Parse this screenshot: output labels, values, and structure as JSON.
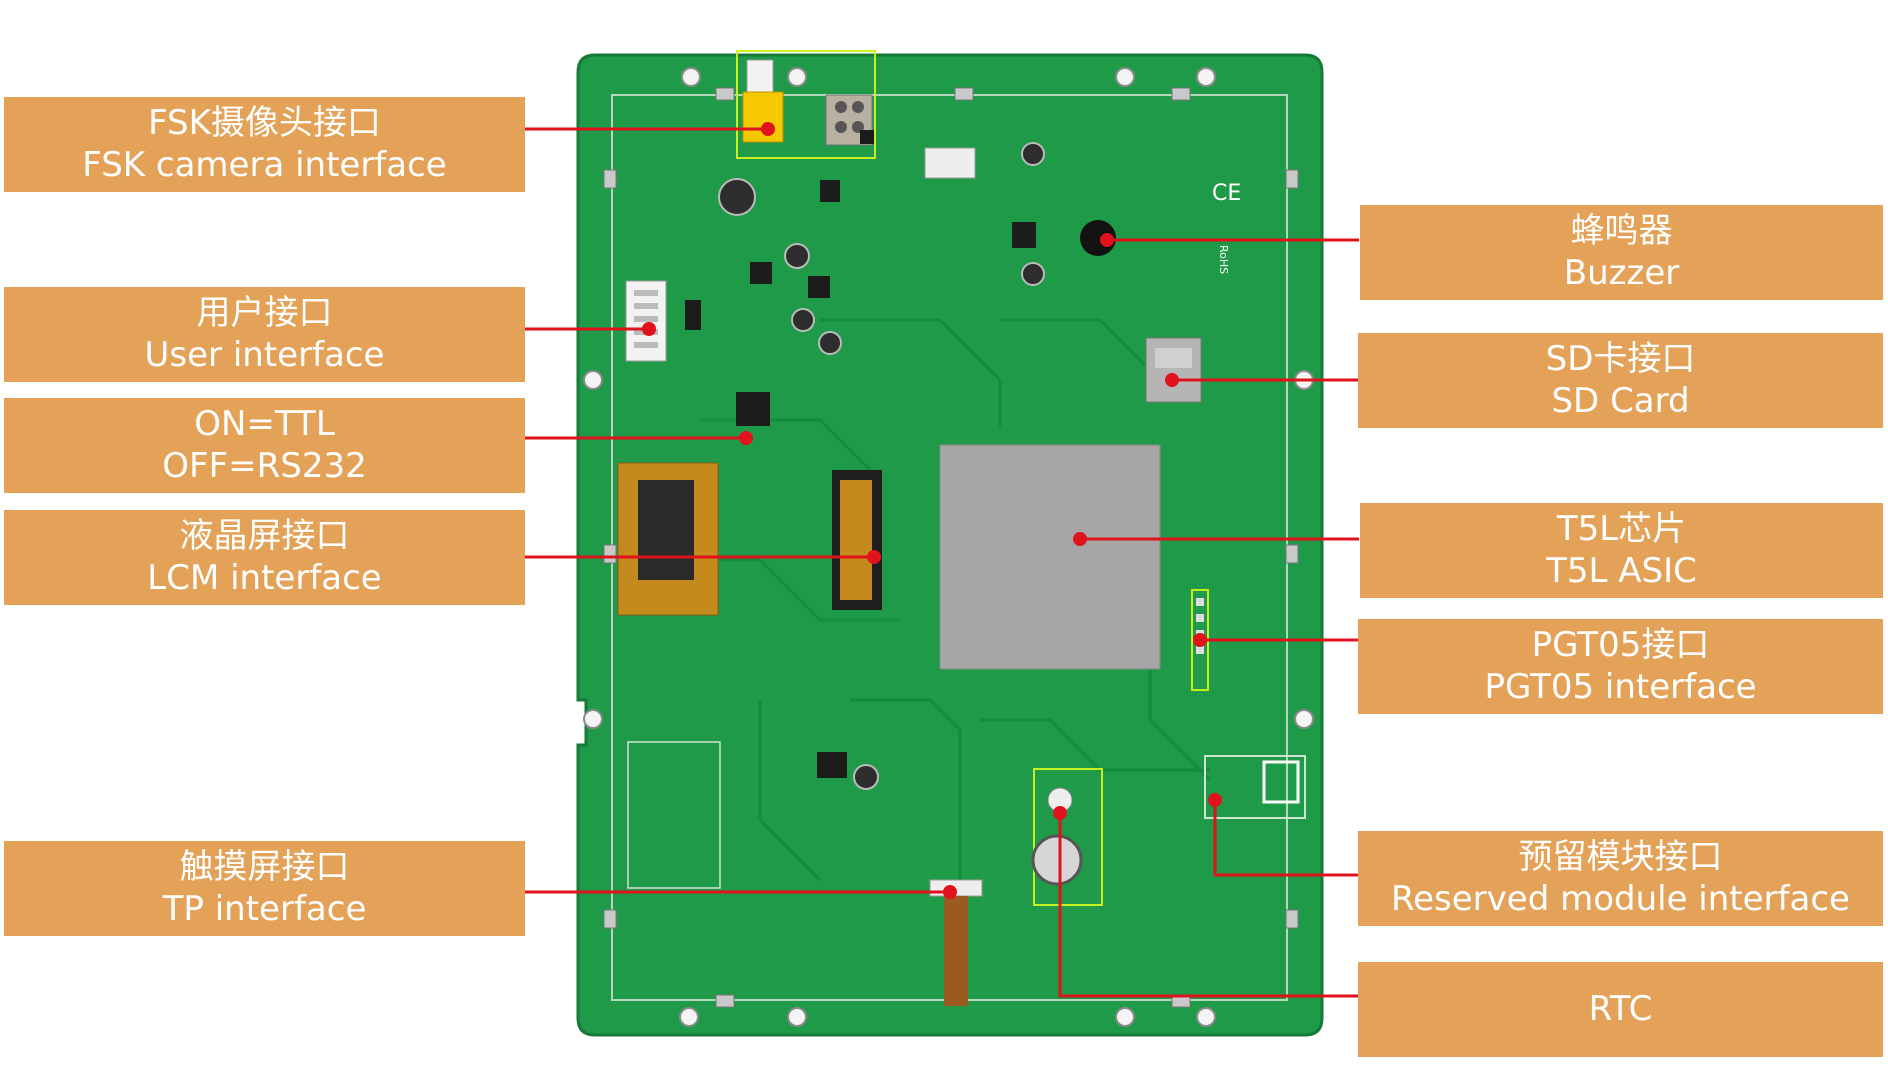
{
  "colors": {
    "label_bg": "#e4a258",
    "label_text": "#ffffff",
    "pcb_green": "#1f9a48",
    "leader_line": "#e0121c",
    "highlight": "#c8f020"
  },
  "labels": {
    "fsk": {
      "zh": "FSK摄像头接口",
      "en": "FSK camera interface"
    },
    "user": {
      "zh": "用户接口",
      "en": "User interface"
    },
    "ttl": {
      "zh": "ON=TTL",
      "en": "OFF=RS232"
    },
    "lcm": {
      "zh": "液晶屏接口",
      "en": "LCM interface"
    },
    "tp": {
      "zh": "触摸屏接口",
      "en": "TP interface"
    },
    "buzzer": {
      "zh": "蜂鸣器",
      "en": "Buzzer"
    },
    "sd": {
      "zh": "SD卡接口",
      "en": "SD Card"
    },
    "t5l": {
      "zh": "T5L芯片",
      "en": "T5L ASIC"
    },
    "pgt": {
      "zh": "PGT05接口",
      "en": "PGT05 interface"
    },
    "reserved": {
      "zh": "预留模块接口",
      "en": "Reserved module interface"
    },
    "rtc": {
      "en": "RTC"
    }
  },
  "board_marks": {
    "ce": "CE",
    "rohs": "RoHS"
  }
}
